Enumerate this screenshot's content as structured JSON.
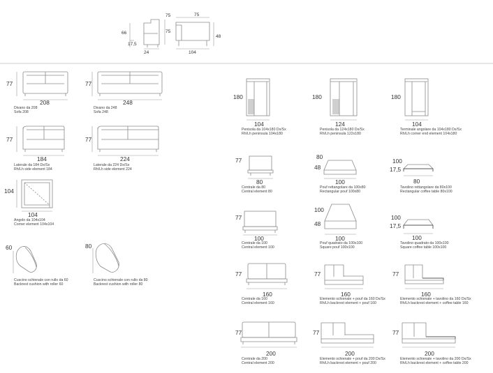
{
  "colors": {
    "line": "#8a8a8a",
    "dim": "#999999",
    "shade": "#cfcfcf",
    "text": "#333333"
  },
  "top": {
    "d75a": "75",
    "d66": "66",
    "d75b": "75",
    "d48": "48",
    "d17": "17,5",
    "d24": "24",
    "d104": "104"
  },
  "items": [
    {
      "id": "divano208",
      "w": "208",
      "h": "77",
      "l1": "Divano da 208",
      "l2": "Sofa 208"
    },
    {
      "id": "divano248",
      "w": "248",
      "h": "77",
      "l1": "Divano da 248",
      "l2": "Sofa 248"
    },
    {
      "id": "lat184",
      "w": "184",
      "h": "77",
      "l1": "Laterale da 184 Dx/Sx",
      "l2": "Rh/Lh side element 184"
    },
    {
      "id": "lat224",
      "w": "224",
      "h": "77",
      "l1": "Laterale da 224 Dx/Sx",
      "l2": "Rh/Lh side element 224"
    },
    {
      "id": "angolo",
      "w": "104",
      "h": "104",
      "l1": "Angolo da 104x104",
      "l2": "Corner element 104x104"
    },
    {
      "id": "cusc60",
      "w": "",
      "h": "60",
      "l1": "Cuscino schienale con rullo da 60",
      "l2": "Backrest cushion with roller 60"
    },
    {
      "id": "cusc80",
      "w": "",
      "h": "80",
      "l1": "Cuscino schienale con rullo da 80",
      "l2": "Backrest cushion with roller 80"
    },
    {
      "id": "pen104",
      "w": "104",
      "h": "180",
      "l1": "Penisola da 104x180 Dx/Sx",
      "l2": "Rh/Lh peninsula 104x180"
    },
    {
      "id": "pen124",
      "w": "124",
      "h": "180",
      "l1": "Penisola da 124x180 Dx/Sx",
      "l2": "Rh/Lh peninsula 122x180"
    },
    {
      "id": "term104",
      "w": "104",
      "h": "180",
      "l1": "Terminale angolare da 104x180 Dx/Sx",
      "l2": "Rh/Lh corner end element 104x180"
    },
    {
      "id": "cen80",
      "w": "80",
      "h": "77",
      "l1": "Centrale da 80",
      "l2": "Central element 80"
    },
    {
      "id": "pouf100x80",
      "w": "100",
      "h": "48",
      "h2": "80",
      "l1": "Pouf rettangolare da 100x80",
      "l2": "Rectangular pouf 100x80"
    },
    {
      "id": "tav100x80",
      "w": "80",
      "h": "17,5",
      "h2": "100",
      "l1": "Tavolino rettangolare da 80x100",
      "l2": "Rectangular coffee table 80x100"
    },
    {
      "id": "cen100",
      "w": "100",
      "h": "77",
      "l1": "Centrale da 100",
      "l2": "Central element 100"
    },
    {
      "id": "pouf100",
      "w": "100",
      "h": "48",
      "h2": "100",
      "l1": "Pouf quadrato da 100x100",
      "l2": "Square pouf 100x100"
    },
    {
      "id": "tav100",
      "w": "100",
      "h": "17,5",
      "h2": "100",
      "l1": "Tavolino quadrato da 100x100",
      "l2": "Square coffee table 100x100"
    },
    {
      "id": "cen160",
      "w": "160",
      "h": "77",
      "l1": "Centrale da 160",
      "l2": "Central element 160"
    },
    {
      "id": "elp160",
      "w": "160",
      "h": "77",
      "l1": "Elemento schienale + pouf da 160 Dx/Sx",
      "l2": "Rh/Lh backrest element + pouf 160"
    },
    {
      "id": "elt160",
      "w": "160",
      "h": "77",
      "l1": "Elemento schienale + tavolino da 160 Dx/Sx",
      "l2": "Rh/Lh backrest element + coffee table 160"
    },
    {
      "id": "cen200",
      "w": "200",
      "h": "77",
      "l1": "Centrale da 200",
      "l2": "Central element 200"
    },
    {
      "id": "elp200",
      "w": "200",
      "h": "77",
      "l1": "Elemento schienale + pouf da 200 Dx/Sx",
      "l2": "Rh/Lh backrest element + pouf 200"
    },
    {
      "id": "elt200",
      "w": "200",
      "h": "77",
      "l1": "Elemento schienale + tavolino da 200 Dx/Sx",
      "l2": "Rh/Lh backrest element + coffee table 200"
    }
  ]
}
